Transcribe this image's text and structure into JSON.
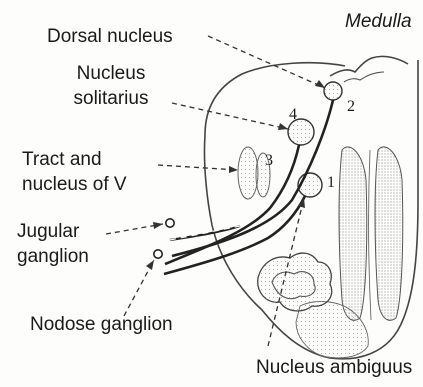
{
  "title": "Medulla",
  "labels": {
    "dorsal_nucleus": "Dorsal nucleus",
    "nucleus_solitarius_line1": "Nucleus",
    "nucleus_solitarius_line2": "solitarius",
    "tract_v_line1": "Tract and",
    "tract_v_line2": "nucleus of V",
    "jugular_line1": "Jugular",
    "jugular_line2": "ganglion",
    "nodose": "Nodose ganglion",
    "ambiguus": "Nucleus ambiguus"
  },
  "numbers": {
    "n1": "1",
    "n2": "2",
    "n3": "3",
    "n4": "4"
  }
}
